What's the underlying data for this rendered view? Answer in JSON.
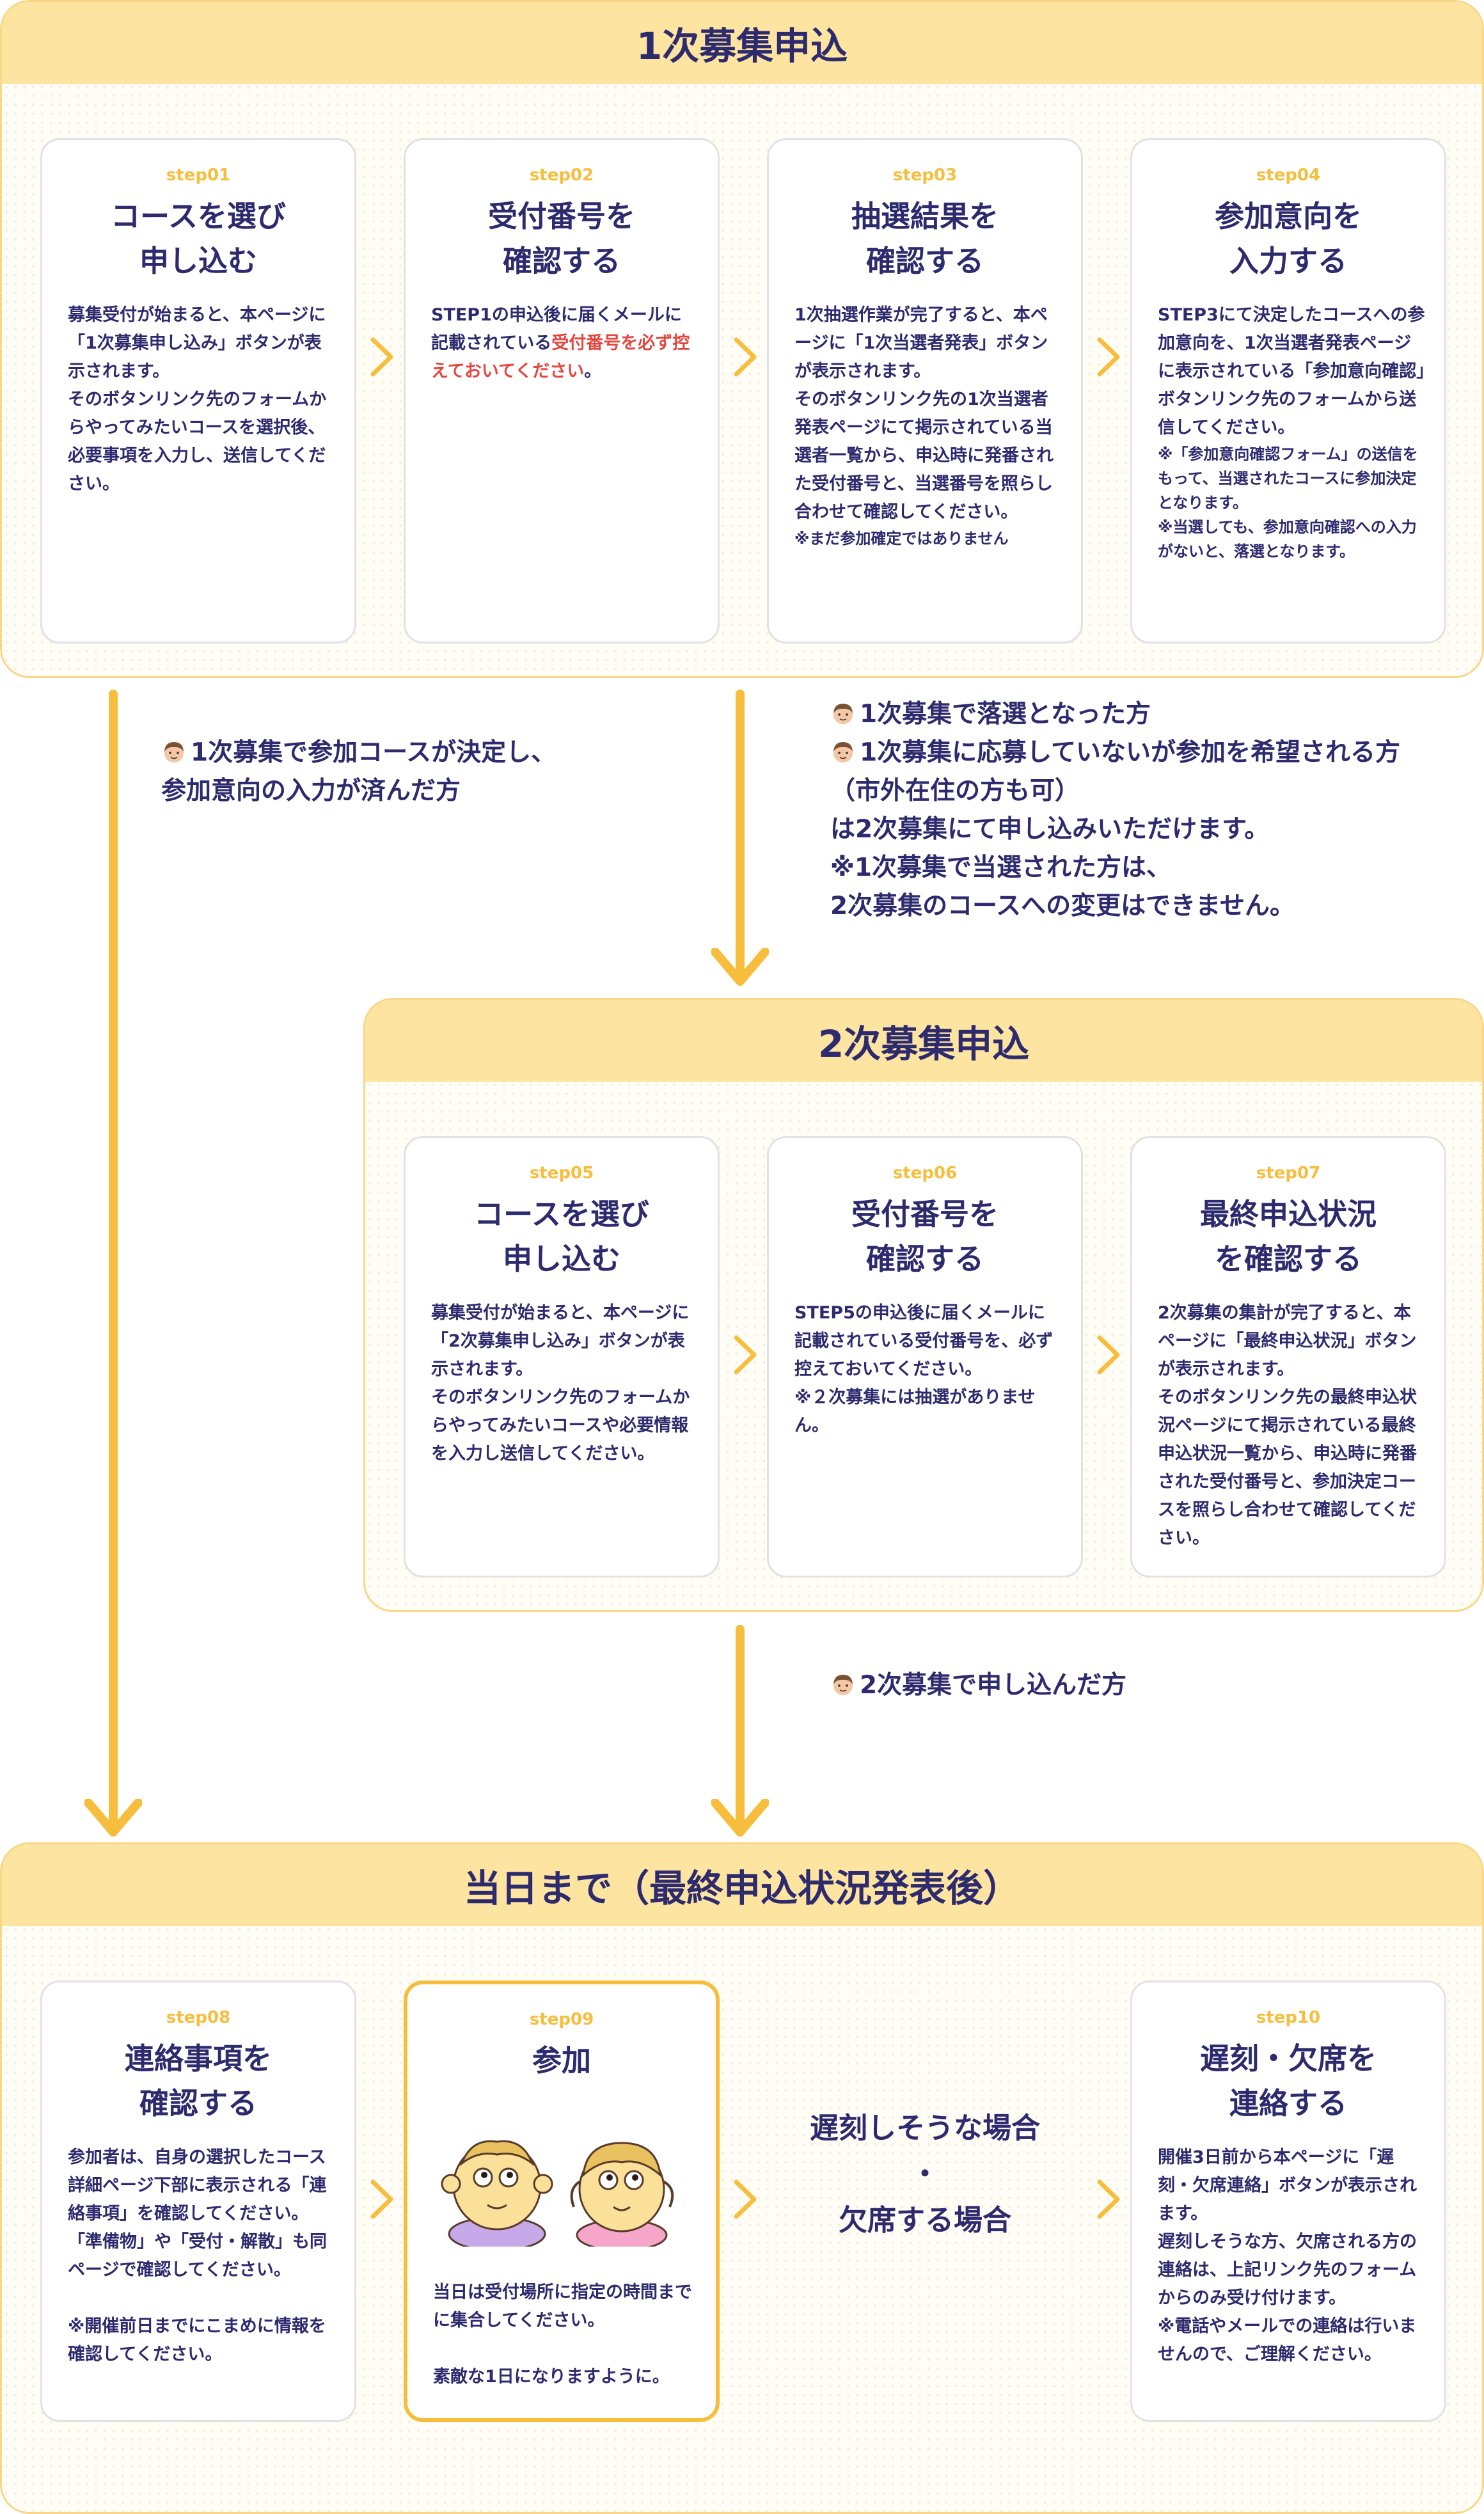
{
  "section1": {
    "title": "1次募集申込",
    "cards": [
      {
        "step": "step01",
        "title": [
          "コースを選び",
          "申し込む"
        ],
        "body": [
          "募集受付が始まると、本ページに「1次募集申し込み」ボタンが表示されます。",
          "そのボタンリンク先のフォームからやってみたいコースを選択後、必要事項を入力し、送信してください。"
        ]
      },
      {
        "step": "step02",
        "title": [
          "受付番号を",
          "確認する"
        ],
        "body_before": "STEP1の申込後に届くメールに記載されている",
        "body_red": "受付番号を必ず控えておいてください",
        "body_after": "。"
      },
      {
        "step": "step03",
        "title": [
          "抽選結果を",
          "確認する"
        ],
        "body": [
          "1次抽選作業が完了すると、本ページに「1次当選者発表」ボタンが表示されます。",
          "そのボタンリンク先の1次当選者発表ページにて掲示されている当選者一覧から、申込時に発番された受付番号と、当選番号を照らし合わせて確認してください。"
        ],
        "note": "※まだ参加確定ではありません"
      },
      {
        "step": "step04",
        "title": [
          "参加意向を",
          "入力する"
        ],
        "body": [
          "STEP3にて決定したコースへの参加意向を、1次当選者発表ページに表示されている「参加意向確認」ボタンリンク先のフォームから送信してください。"
        ],
        "notes": [
          "※「参加意向確認フォーム」の送信をもって、当選されたコースに参加決定となります。",
          "※当選しても、参加意向確認への入力がないと、落選となります。"
        ]
      }
    ]
  },
  "notes": {
    "left": [
      "1次募集で参加コースが決定し、",
      "参加意向の入力が済んだ方"
    ],
    "right": [
      "1次募集で落選となった方",
      "1次募集に応募していないが参加を希望される方",
      "（市外在住の方も可）",
      "は2次募集にて申し込みいただけます。",
      "※1次募集で当選された方は、",
      "2次募集のコースへの変更はできません。"
    ],
    "bottom": "2次募集で申し込んだ方"
  },
  "section2": {
    "title": "2次募集申込",
    "cards": [
      {
        "step": "step05",
        "title": [
          "コースを選び",
          "申し込む"
        ],
        "body": [
          "募集受付が始まると、本ページに「2次募集申し込み」ボタンが表示されます。",
          "そのボタンリンク先のフォームからやってみたいコースや必要情報を入力し送信してください。"
        ]
      },
      {
        "step": "step06",
        "title": [
          "受付番号を",
          "確認する"
        ],
        "body": [
          "STEP5の申込後に届くメールに記載されている受付番号を、必ず控えておいてください。",
          "※２次募集には抽選がありません。"
        ]
      },
      {
        "step": "step07",
        "title": [
          "最終申込状況",
          "を確認する"
        ],
        "body": [
          "2次募集の集計が完了すると、本ページに「最終申込状況」ボタンが表示されます。",
          "そのボタンリンク先の最終申込状況ページにて掲示されている最終申込状況一覧から、申込時に発番された受付番号と、参加決定コースを照らし合わせて確認してください。"
        ]
      }
    ]
  },
  "section3": {
    "title": "当日まで（最終申込状況発表後）",
    "cards": [
      {
        "step": "step08",
        "title": [
          "連絡事項を",
          "確認する"
        ],
        "body": [
          "参加者は、自身の選択したコース詳細ページ下部に表示される「連絡事項」を確認してください。",
          "「準備物」や「受付・解散」も同ページで確認してください。"
        ],
        "note": "※開催前日までにこまめに情報を確認してください。"
      },
      {
        "step": "step09",
        "title": [
          "参加"
        ],
        "body": [
          "当日は受付場所に指定の時間までに集合してください。"
        ],
        "note": "素敵な1日になりますように。"
      },
      {
        "step": "step10",
        "title": [
          "遅刻・欠席を",
          "連絡する"
        ],
        "body": [
          "開催3日前から本ページに「遅刻・欠席連絡」ボタンが表示されます。",
          "遅刻しそうな方、欠席される方の連絡は、上記リンク先のフォームからのみ受け付けます。",
          "※電話やメールでの連絡は行いませんので、ご理解ください。"
        ]
      }
    ],
    "middle": [
      "遅刻しそうな場合",
      "・",
      "欠席する場合"
    ]
  },
  "colors": {
    "accent": "#f6be3c",
    "header": "#fde4a0",
    "text": "#2d2a6e",
    "red": "#e2463f"
  }
}
